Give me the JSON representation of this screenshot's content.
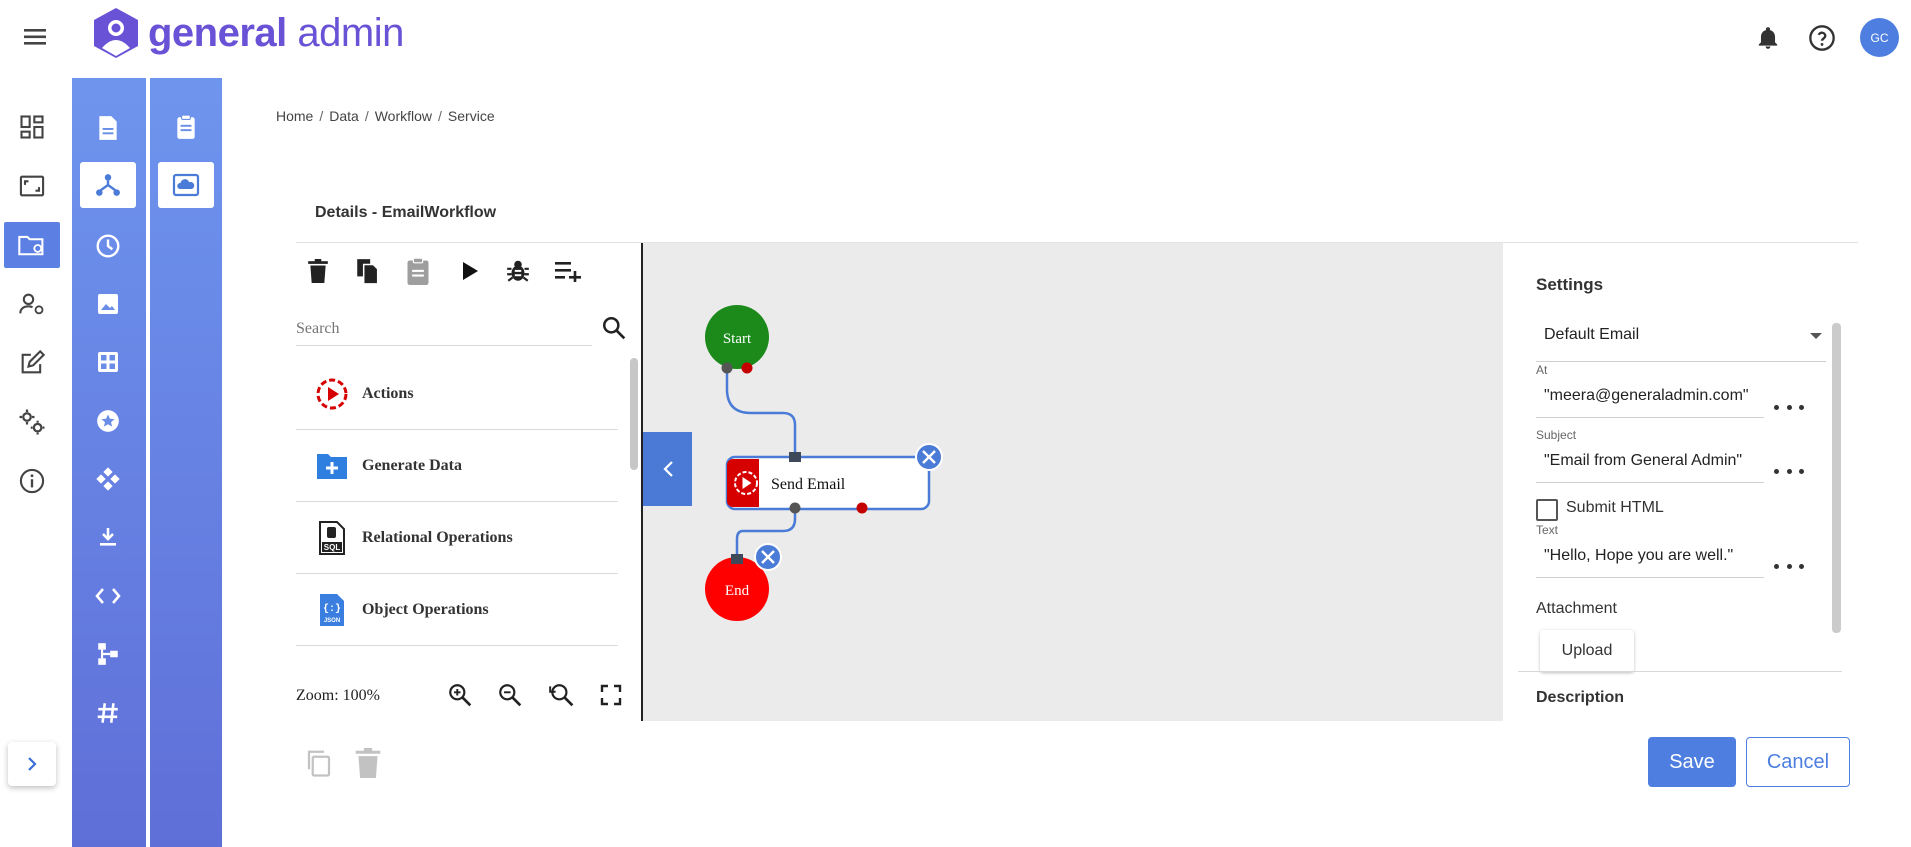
{
  "app": {
    "logo_text_bold": "general",
    "logo_text_light": " admin"
  },
  "header": {
    "avatar_initials": "GC"
  },
  "breadcrumb": [
    "Home",
    "Data",
    "Workflow",
    "Service"
  ],
  "page_title": "Details - EmailWorkflow",
  "palette": {
    "search_placeholder": "Search",
    "items": [
      {
        "label": "Actions",
        "icon": "actions-icon"
      },
      {
        "label": "Generate Data",
        "icon": "generate-data-icon"
      },
      {
        "label": "Relational Operations",
        "icon": "sql-icon"
      },
      {
        "label": "Object Operations",
        "icon": "json-icon"
      }
    ],
    "zoom_label": "Zoom: 100%"
  },
  "workflow": {
    "start_label": "Start",
    "end_label": "End",
    "task_label": "Send Email",
    "colors": {
      "start": "#1b8a1b",
      "end": "#ff0000",
      "task_accent": "#d60000",
      "edge": "#4a7bd6",
      "close_badge": "#4a7bd6"
    }
  },
  "settings": {
    "title": "Settings",
    "email_type": "Default Email",
    "fields": {
      "at_label": "At",
      "at_value": "\"meera@generaladmin.com\"",
      "subject_label": "Subject",
      "subject_value": "\"Email from General Admin\"",
      "text_label": "Text",
      "text_value": "\"Hello, Hope you are well.\""
    },
    "submit_html_label": "Submit HTML",
    "submit_html_checked": false,
    "attachment_label": "Attachment",
    "upload_label": "Upload",
    "description_label": "Description"
  },
  "actions": {
    "save": "Save",
    "cancel": "Cancel"
  },
  "theme": {
    "primary": "#4d7ee0",
    "brand": "#6a52d6"
  }
}
